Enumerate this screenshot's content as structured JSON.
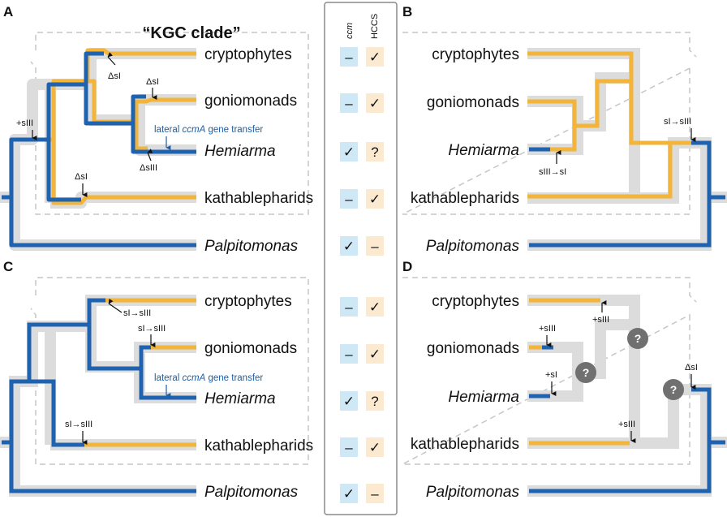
{
  "panels": {
    "A": {
      "label": "A",
      "clade_title": "“KGC clade”",
      "events": [
        "ΔsI",
        "ΔsI",
        "+sIII",
        "ΔsIII",
        "ΔsI"
      ],
      "transfer_label": "lateral ccmA gene transfer"
    },
    "B": {
      "label": "B",
      "events": [
        "sI→sIII",
        "sIII→sI"
      ]
    },
    "C": {
      "label": "C",
      "events": [
        "sI→sIII",
        "sI→sIII",
        "sI→sIII"
      ],
      "transfer_label": "lateral ccmA gene transfer"
    },
    "D": {
      "label": "D",
      "events": [
        "+sIII",
        "+sIII",
        "+sI",
        "ΔsI",
        "+sIII"
      ],
      "unknown_marker": "?"
    }
  },
  "taxa": {
    "cryptophytes": "cryptophytes",
    "goniomonads": "goniomonads",
    "hemiarma": "Hemiarma",
    "kathablepharids": "kathablepharids",
    "palpitomonas": "Palpitomonas"
  },
  "table": {
    "headers": [
      "ccm",
      "HCCS"
    ],
    "rows": [
      {
        "taxon": "cryptophytes",
        "ccm": "–",
        "hccs": "✓"
      },
      {
        "taxon": "goniomonads",
        "ccm": "–",
        "hccs": "✓"
      },
      {
        "taxon": "Hemiarma",
        "ccm": "✓",
        "hccs": "?"
      },
      {
        "taxon": "kathablepharids",
        "ccm": "–",
        "hccs": "✓"
      },
      {
        "taxon": "Palpitomonas",
        "ccm": "✓",
        "hccs": "–"
      },
      {
        "taxon": "cryptophytes",
        "ccm": "–",
        "hccs": "✓"
      },
      {
        "taxon": "goniomonads",
        "ccm": "–",
        "hccs": "✓"
      },
      {
        "taxon": "Hemiarma",
        "ccm": "✓",
        "hccs": "?"
      },
      {
        "taxon": "kathablepharids",
        "ccm": "–",
        "hccs": "✓"
      },
      {
        "taxon": "Palpitomonas",
        "ccm": "✓",
        "hccs": "–"
      }
    ]
  },
  "colors": {
    "ccm_blue": "#1f63b0",
    "hccs_orange": "#f2b53a",
    "backbone_gray": "#dcdcdc",
    "ccm_cell_bg": "#cfe8f6",
    "hccs_cell_bg": "#fbe9d0",
    "question_circle": "#707070",
    "dashed_outline": "#c6c6c6"
  }
}
